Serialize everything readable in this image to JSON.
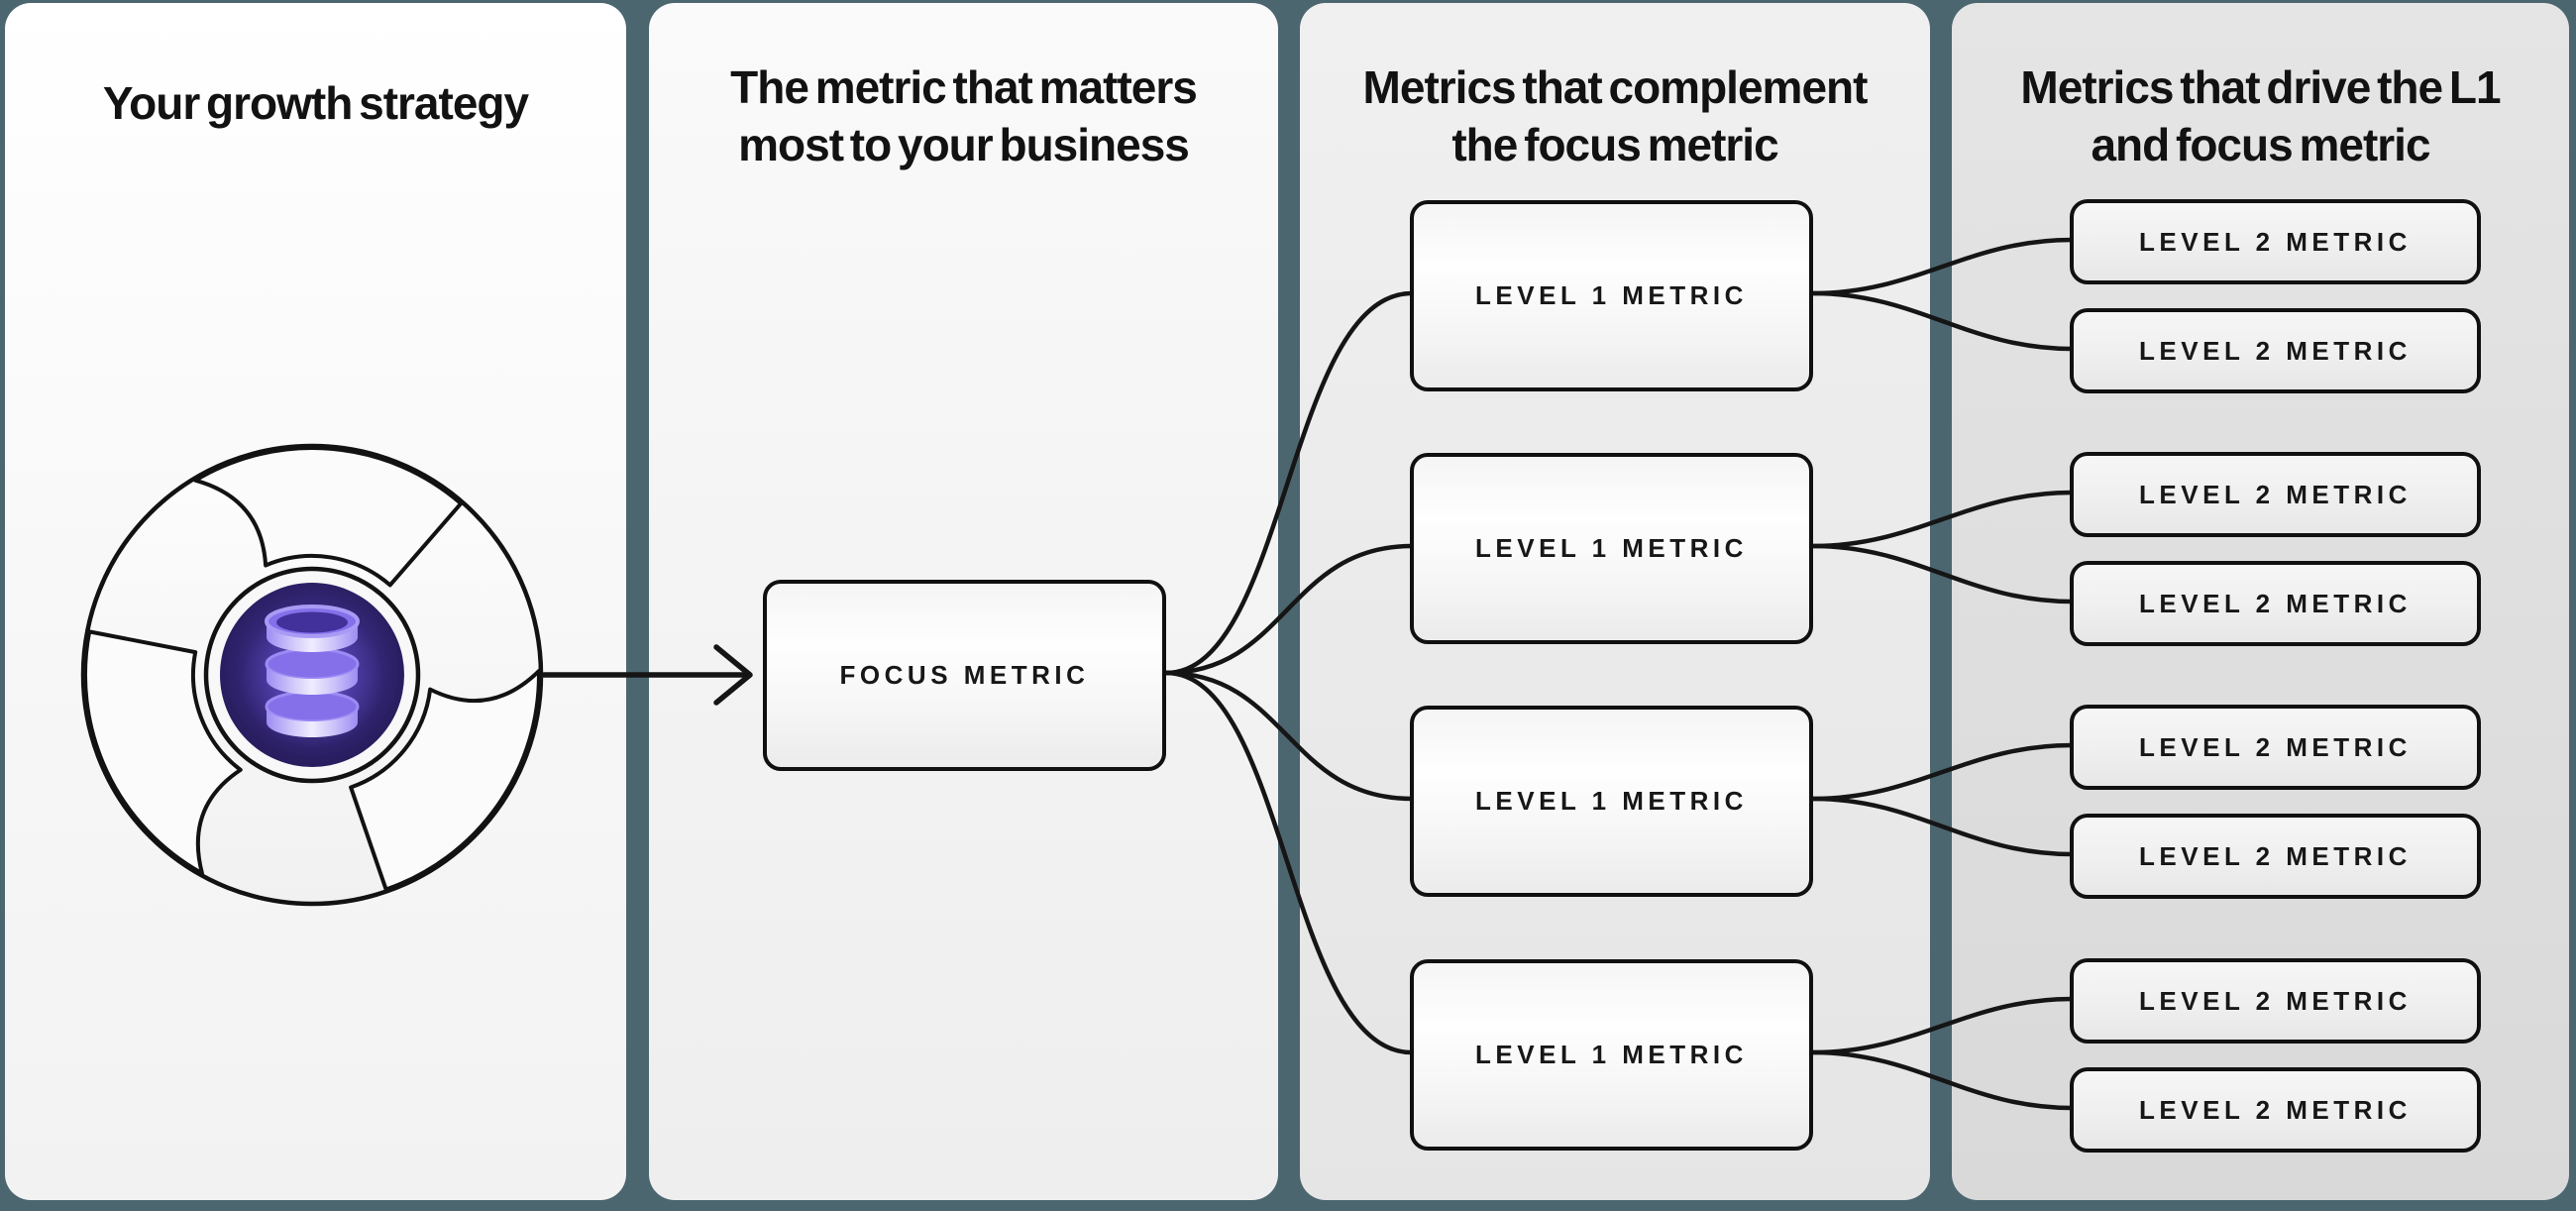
{
  "diagram": {
    "panels": [
      {
        "id": "growth-strategy",
        "title_lines": [
          "Your growth strategy",
          ""
        ]
      },
      {
        "id": "focus-metric",
        "title_lines": [
          "The metric that matters",
          "most to your business"
        ]
      },
      {
        "id": "level1-metrics",
        "title_lines": [
          "Metrics that complement",
          "the focus metric"
        ]
      },
      {
        "id": "level2-metrics",
        "title_lines": [
          "Metrics that drive the L1",
          "and focus metric"
        ]
      }
    ],
    "nodes": {
      "focus_label": "FOCUS METRIC",
      "level1_labels": [
        "LEVEL 1 METRIC",
        "LEVEL 1 METRIC",
        "LEVEL 1 METRIC",
        "LEVEL 1 METRIC"
      ],
      "level2_labels": [
        "LEVEL 2 METRIC",
        "LEVEL 2 METRIC",
        "LEVEL 2 METRIC",
        "LEVEL 2 METRIC",
        "LEVEL 2 METRIC",
        "LEVEL 2 METRIC",
        "LEVEL 2 METRIC",
        "LEVEL 2 METRIC"
      ]
    },
    "icons": {
      "flywheel": "flywheel-database-icon",
      "arrow": "right-arrow-icon"
    },
    "colors": {
      "background_teal": "#4c6670",
      "panel_white": "#f7f7f7",
      "panel_gray": "#dedede",
      "node_border_black": "#101010",
      "connector_black": "#151515",
      "flywheel_purple_dark": "#271c5c",
      "flywheel_purple_mid": "#4a3aa0",
      "database_lavender": "#cdc5fa",
      "database_purple": "#8570ea"
    }
  }
}
